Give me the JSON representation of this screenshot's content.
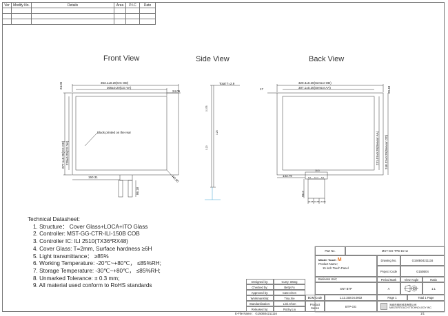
{
  "revision_table": {
    "headers": [
      "Ver",
      "Modify No.",
      "Details",
      "Area",
      "P.I.C",
      "Date"
    ]
  },
  "views": {
    "front_title": "Front View",
    "side_title": "Side View",
    "back_title": "Back View"
  },
  "front_dims": {
    "cg_od_w": "353.1±0.20(CG OD)",
    "cg_va_w": "305±0.20(CG VA)",
    "top_left": "24.05",
    "top_right": "24.05",
    "cg_od_h": "277.1±0.20(CG OD)",
    "cg_va_h": "229±0.20(CG VA)",
    "note": "Black printed on the rear",
    "fpc_left": "150.31",
    "fpc_len": "86.18",
    "corner": "R0.50"
  },
  "side_dims": {
    "total_t": "Total T=2.9",
    "d1": "0.075",
    "d2": "0.25",
    "d3": "0.20"
  },
  "back_dims": {
    "sensor_od_w": "320.3±0.20(Sensor OD)",
    "sensor_aa_w": "307.1±0.20(Sensor AA)",
    "left": "17",
    "right": "20.48",
    "sensor_aa_h": "231.07±0.20(Sensor AA)",
    "sensor_od_h": "248.32±0.20(Sensor OD)",
    "fpc_left": "143.79",
    "fpc_len": "96.2",
    "fpc_w": "16.5",
    "pins": [
      "5.0",
      "12.7",
      "5.0"
    ],
    "bottom_pins": [
      "20.05",
      "15.55",
      "20.05"
    ]
  },
  "tech": {
    "title": "Technical Datasheet:",
    "items": [
      "1. Structure： Cover Glass+LOCA+ITO Glass",
      "2. Controller: MST-GG-CTR-ILI-150B   COB",
      "3. Controller IC: ILI 2510(TX36*RX48)",
      "4. Cover Glass: T=2mm, Surface hardness ≥6H",
      "5. Light transmittance： ≥85%",
      "6. Working Temperature: -20℃~+80℃， ≤85%RH;",
      "7. Storage Temperature: -30℃~+80℃， ≤85%RH;",
      "8. Unmarked Tolerance: ± 0.3 mm;",
      "9. All material used conform to RoHS standards"
    ]
  },
  "title_block": {
    "part_no_label": "Part No.",
    "part_no": "MST-GG-TPB-15-ILI",
    "product_name_label": "Product Name：",
    "product_name": "15 inch Touch Panel",
    "drawing_no_label": "Drawing No.",
    "drawing_no": "G150B04211116",
    "project_code_label": "Project Code",
    "project_code": "G150B04",
    "business_unit_label": "Business Unit：",
    "business_unit": "SNT BTP",
    "period_mark_label": "Period Mark",
    "period_mark": "A",
    "view_angle_label": "View Angle",
    "ratio_label": "Ratio",
    "ratio": "1:1",
    "bom_label": "BOM Code",
    "bom": "1.12.150.04.0002",
    "page": "Page 1",
    "total_page": "Total 1 Page",
    "product_series_label": "Product Series",
    "product_series": "BTP-GG",
    "company": "深圳市明欣科技有限公司",
    "company_en": "MASTERTOUCH TECHNOLOGY INC.",
    "logo_text": "Master Touch",
    "logo_mark": "M",
    "signoff": [
      {
        "label": "Designed by:",
        "name": "Curry. Wang"
      },
      {
        "label": "Checked by:",
        "name": "Betty.Fu"
      },
      {
        "label": "Approved by:",
        "name": "Cate.Chen"
      },
      {
        "label": "Workmanship:",
        "name": "Tina.Xie"
      },
      {
        "label": "Standardization:",
        "name": "Link.Chen"
      },
      {
        "label": "Released by:",
        "name": "Rocky.Liu"
      }
    ],
    "file_name": "E-File Name： G150B04211116",
    "page_num": "1/1"
  }
}
